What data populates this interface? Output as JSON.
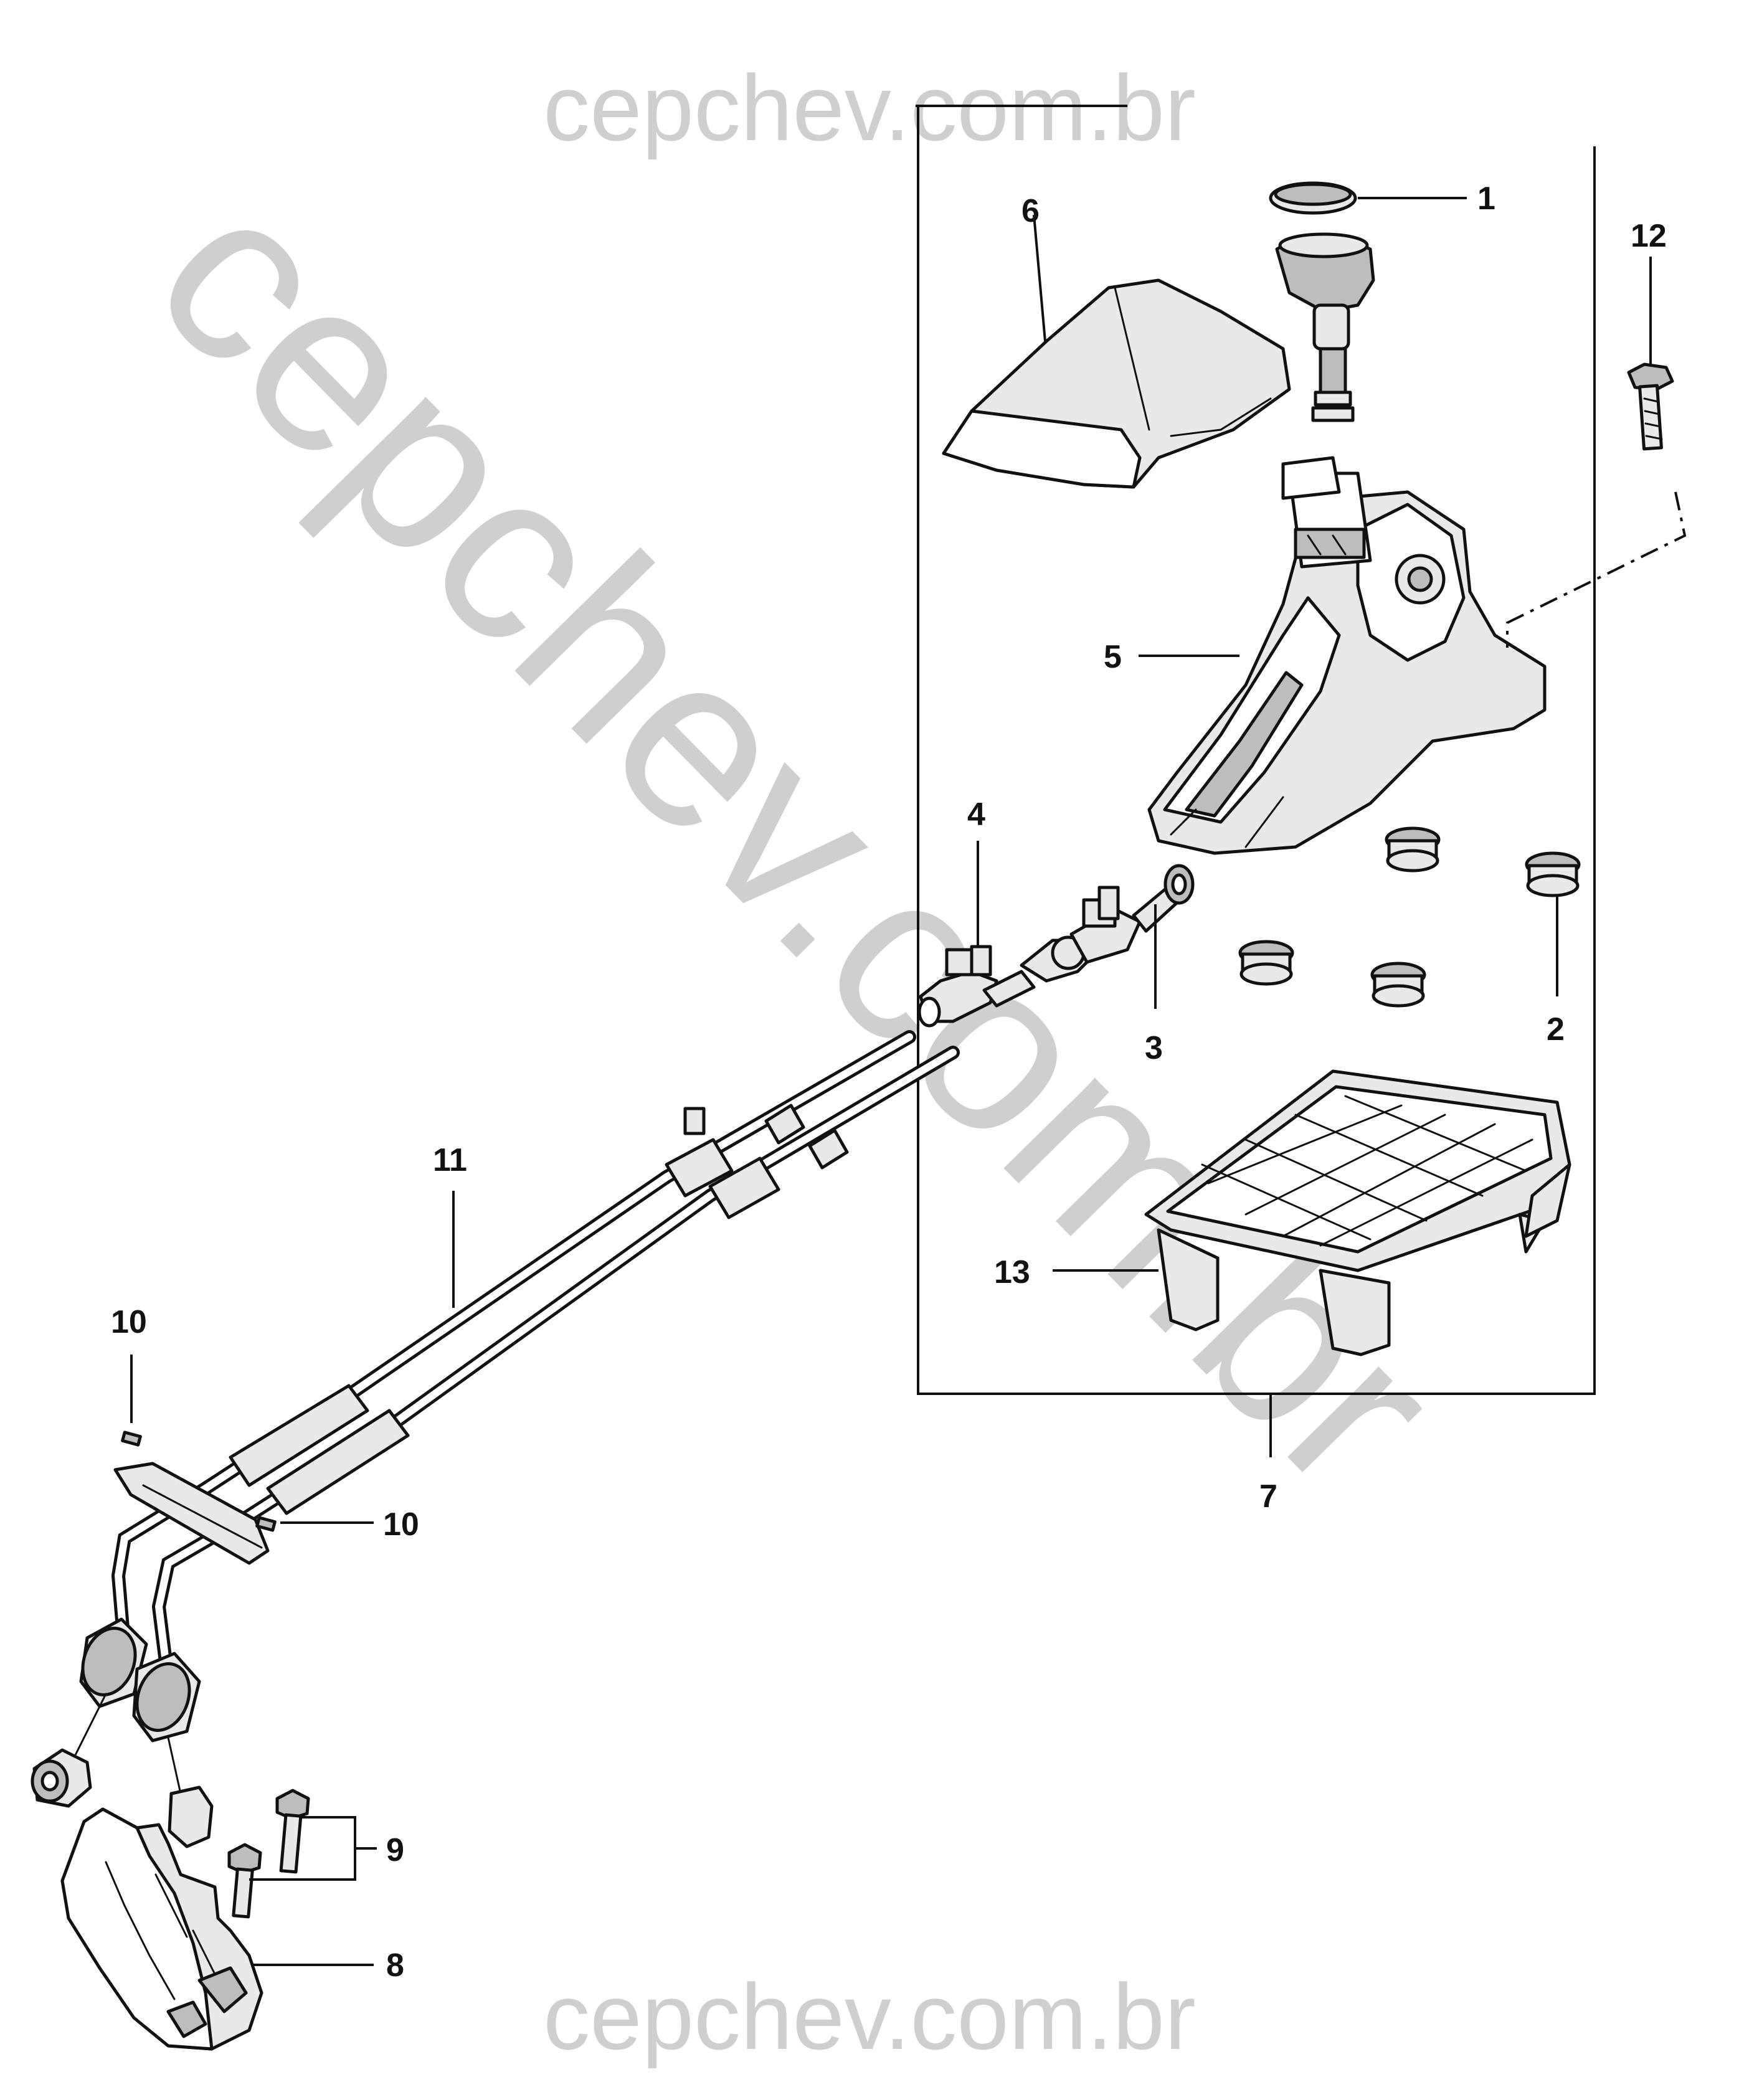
{
  "watermark": {
    "text": "cepchev.com.br",
    "color": "#cfcfcf"
  },
  "callouts": [
    {
      "id": "1",
      "label": "1",
      "part": "shift-knob-cap"
    },
    {
      "id": "2",
      "label": "2",
      "part": "grommet"
    },
    {
      "id": "3",
      "label": "3",
      "part": "cable-end-linkage"
    },
    {
      "id": "4",
      "label": "4",
      "part": "cable-clip"
    },
    {
      "id": "5",
      "label": "5",
      "part": "shifter-housing"
    },
    {
      "id": "6",
      "label": "6",
      "part": "boot-cover"
    },
    {
      "id": "7",
      "label": "7",
      "part": "shifter-assembly-group"
    },
    {
      "id": "8",
      "label": "8",
      "part": "cable-bracket"
    },
    {
      "id": "9",
      "label": "9",
      "part": "bracket-bolts"
    },
    {
      "id": "10a",
      "label": "10",
      "part": "retaining-clip-upper"
    },
    {
      "id": "10b",
      "label": "10",
      "part": "retaining-clip-lower"
    },
    {
      "id": "11",
      "label": "11",
      "part": "shift-cables"
    },
    {
      "id": "12",
      "label": "12",
      "part": "mounting-bolt"
    },
    {
      "id": "13",
      "label": "13",
      "part": "shifter-base-plate"
    }
  ]
}
